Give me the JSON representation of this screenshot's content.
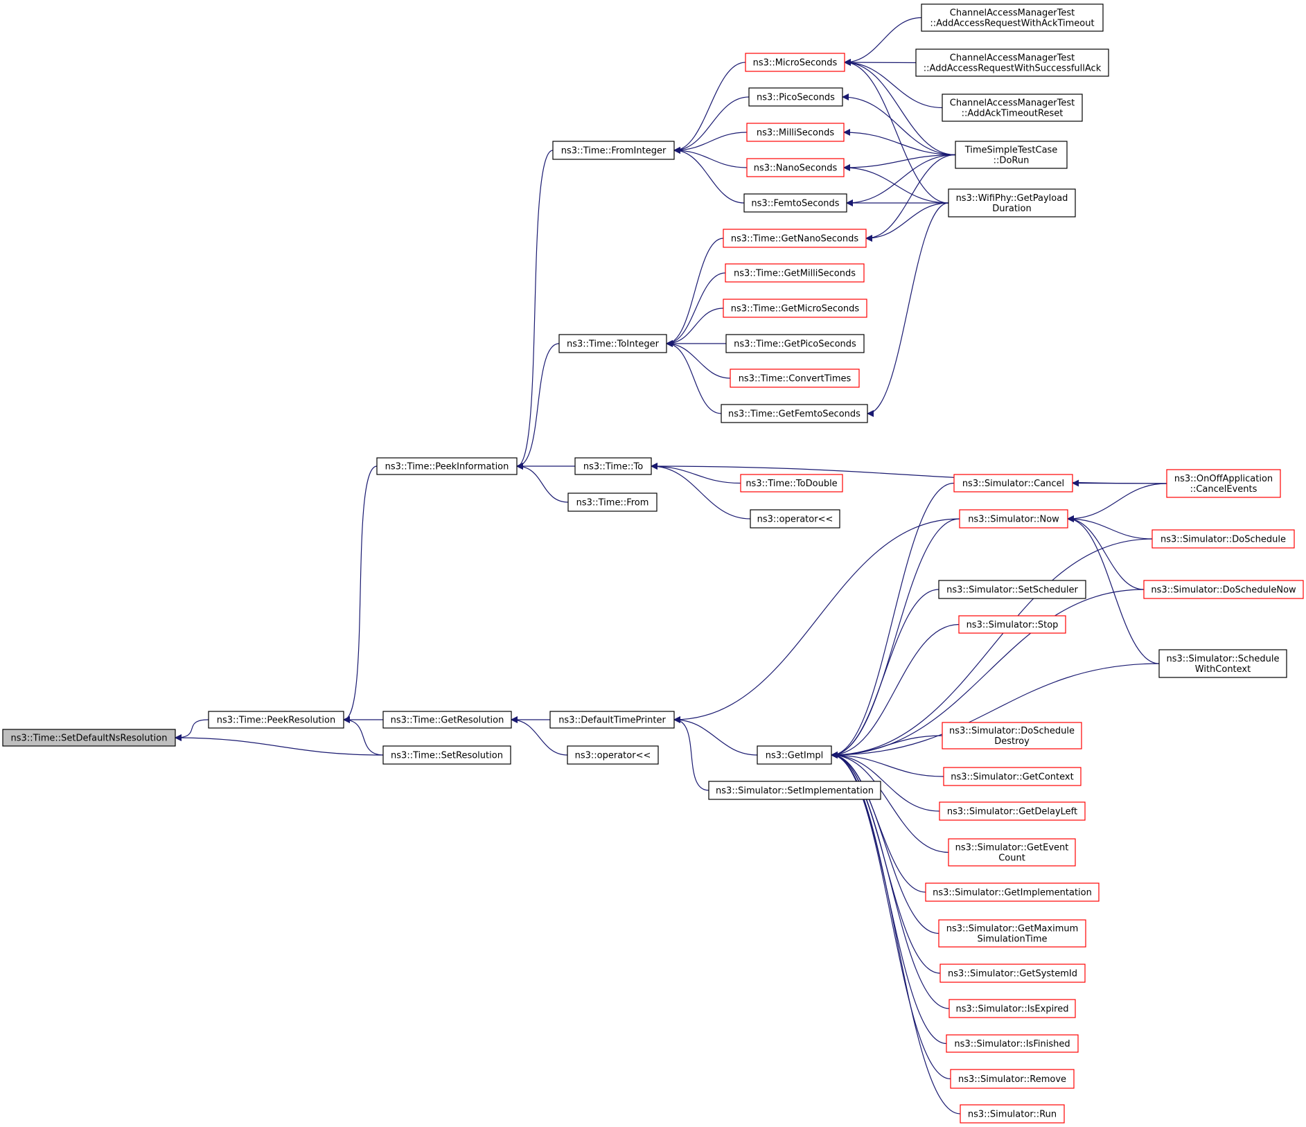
{
  "colors": {
    "edge": "#191970",
    "border_normal": "#000000",
    "border_truncated": "#ff0000",
    "root_fill": "#bfbfbf",
    "node_fill": "#ffffff"
  },
  "nodes": [
    {
      "id": "setdefault",
      "lines": [
        "ns3::Time::SetDefaultNsResolution"
      ],
      "style": "root"
    },
    {
      "id": "peekres",
      "lines": [
        "ns3::Time::PeekResolution"
      ],
      "style": "normal"
    },
    {
      "id": "getres",
      "lines": [
        "ns3::Time::GetResolution"
      ],
      "style": "normal"
    },
    {
      "id": "setres",
      "lines": [
        "ns3::Time::SetResolution"
      ],
      "style": "normal"
    },
    {
      "id": "peekinfo",
      "lines": [
        "ns3::Time::PeekInformation"
      ],
      "style": "normal"
    },
    {
      "id": "deftp",
      "lines": [
        "ns3::DefaultTimePrinter"
      ],
      "style": "normal"
    },
    {
      "id": "oplt1",
      "lines": [
        "ns3::operator<<"
      ],
      "style": "normal"
    },
    {
      "id": "getimpl",
      "lines": [
        "ns3::GetImpl"
      ],
      "style": "normal"
    },
    {
      "id": "setimplementation",
      "lines": [
        "ns3::Simulator::SetImplementation"
      ],
      "style": "normal"
    },
    {
      "id": "fromint",
      "lines": [
        "ns3::Time::FromInteger"
      ],
      "style": "normal"
    },
    {
      "id": "toint",
      "lines": [
        "ns3::Time::ToInteger"
      ],
      "style": "normal"
    },
    {
      "id": "to",
      "lines": [
        "ns3::Time::To"
      ],
      "style": "normal"
    },
    {
      "id": "from",
      "lines": [
        "ns3::Time::From"
      ],
      "style": "normal"
    },
    {
      "id": "micros",
      "lines": [
        "ns3::MicroSeconds"
      ],
      "style": "truncated"
    },
    {
      "id": "picos",
      "lines": [
        "ns3::PicoSeconds"
      ],
      "style": "normal"
    },
    {
      "id": "millis",
      "lines": [
        "ns3::MilliSeconds"
      ],
      "style": "truncated"
    },
    {
      "id": "nanos",
      "lines": [
        "ns3::NanoSeconds"
      ],
      "style": "truncated"
    },
    {
      "id": "femtos",
      "lines": [
        "ns3::FemtoSeconds"
      ],
      "style": "normal"
    },
    {
      "id": "getnanos",
      "lines": [
        "ns3::Time::GetNanoSeconds"
      ],
      "style": "truncated"
    },
    {
      "id": "getmillis",
      "lines": [
        "ns3::Time::GetMilliSeconds"
      ],
      "style": "truncated"
    },
    {
      "id": "getmicros",
      "lines": [
        "ns3::Time::GetMicroSeconds"
      ],
      "style": "truncated"
    },
    {
      "id": "getpicos",
      "lines": [
        "ns3::Time::GetPicoSeconds"
      ],
      "style": "normal"
    },
    {
      "id": "convtimes",
      "lines": [
        "ns3::Time::ConvertTimes"
      ],
      "style": "truncated"
    },
    {
      "id": "getfemtos",
      "lines": [
        "ns3::Time::GetFemtoSeconds"
      ],
      "style": "normal"
    },
    {
      "id": "todouble",
      "lines": [
        "ns3::Time::ToDouble"
      ],
      "style": "truncated"
    },
    {
      "id": "oplt2",
      "lines": [
        "ns3::operator<<"
      ],
      "style": "normal"
    },
    {
      "id": "camt1",
      "lines": [
        "ChannelAccessManagerTest",
        "::AddAccessRequestWithAckTimeout"
      ],
      "style": "normal"
    },
    {
      "id": "camt2",
      "lines": [
        "ChannelAccessManagerTest",
        "::AddAccessRequestWithSuccessfullAck"
      ],
      "style": "normal"
    },
    {
      "id": "camt3",
      "lines": [
        "ChannelAccessManagerTest",
        "::AddAckTimeoutReset"
      ],
      "style": "normal"
    },
    {
      "id": "tstc",
      "lines": [
        "TimeSimpleTestCase",
        "::DoRun"
      ],
      "style": "normal"
    },
    {
      "id": "wifiphy",
      "lines": [
        "ns3::WifiPhy::GetPayload",
        "Duration"
      ],
      "style": "normal"
    },
    {
      "id": "onoff",
      "lines": [
        "ns3::OnOffApplication",
        "::CancelEvents"
      ],
      "style": "truncated"
    },
    {
      "id": "cancel",
      "lines": [
        "ns3::Simulator::Cancel"
      ],
      "style": "truncated"
    },
    {
      "id": "now",
      "lines": [
        "ns3::Simulator::Now"
      ],
      "style": "truncated"
    },
    {
      "id": "doschedule",
      "lines": [
        "ns3::Simulator::DoSchedule"
      ],
      "style": "truncated"
    },
    {
      "id": "setscheduler",
      "lines": [
        "ns3::Simulator::SetScheduler"
      ],
      "style": "normal"
    },
    {
      "id": "stop",
      "lines": [
        "ns3::Simulator::Stop"
      ],
      "style": "truncated"
    },
    {
      "id": "doschedulenow",
      "lines": [
        "ns3::Simulator::DoScheduleNow"
      ],
      "style": "truncated"
    },
    {
      "id": "schedctx",
      "lines": [
        "ns3::Simulator::Schedule",
        "WithContext"
      ],
      "style": "normal"
    },
    {
      "id": "doscheddestroy",
      "lines": [
        "ns3::Simulator::DoSchedule",
        "Destroy"
      ],
      "style": "truncated"
    },
    {
      "id": "getcontext",
      "lines": [
        "ns3::Simulator::GetContext"
      ],
      "style": "truncated"
    },
    {
      "id": "getdelayleft",
      "lines": [
        "ns3::Simulator::GetDelayLeft"
      ],
      "style": "truncated"
    },
    {
      "id": "geteventcount",
      "lines": [
        "ns3::Simulator::GetEvent",
        "Count"
      ],
      "style": "truncated"
    },
    {
      "id": "getimplementation",
      "lines": [
        "ns3::Simulator::GetImplementation"
      ],
      "style": "truncated"
    },
    {
      "id": "getmaxsim",
      "lines": [
        "ns3::Simulator::GetMaximum",
        "SimulationTime"
      ],
      "style": "truncated"
    },
    {
      "id": "getsystemid",
      "lines": [
        "ns3::Simulator::GetSystemId"
      ],
      "style": "truncated"
    },
    {
      "id": "isexpired",
      "lines": [
        "ns3::Simulator::IsExpired"
      ],
      "style": "truncated"
    },
    {
      "id": "isfinished",
      "lines": [
        "ns3::Simulator::IsFinished"
      ],
      "style": "truncated"
    },
    {
      "id": "remove",
      "lines": [
        "ns3::Simulator::Remove"
      ],
      "style": "truncated"
    },
    {
      "id": "run",
      "lines": [
        "ns3::Simulator::Run"
      ],
      "style": "truncated"
    }
  ],
  "edges": [
    [
      "setdefault",
      "peekres"
    ],
    [
      "setdefault",
      "setres"
    ],
    [
      "peekres",
      "peekinfo"
    ],
    [
      "peekres",
      "getres"
    ],
    [
      "peekres",
      "setres"
    ],
    [
      "getres",
      "deftp"
    ],
    [
      "getres",
      "oplt1"
    ],
    [
      "peekinfo",
      "fromint"
    ],
    [
      "peekinfo",
      "toint"
    ],
    [
      "peekinfo",
      "to"
    ],
    [
      "peekinfo",
      "from"
    ],
    [
      "fromint",
      "micros"
    ],
    [
      "fromint",
      "picos"
    ],
    [
      "fromint",
      "millis"
    ],
    [
      "fromint",
      "nanos"
    ],
    [
      "fromint",
      "femtos"
    ],
    [
      "toint",
      "getnanos"
    ],
    [
      "toint",
      "getmillis"
    ],
    [
      "toint",
      "getmicros"
    ],
    [
      "toint",
      "getpicos"
    ],
    [
      "toint",
      "convtimes"
    ],
    [
      "toint",
      "getfemtos"
    ],
    [
      "to",
      "todouble"
    ],
    [
      "to",
      "oplt2"
    ],
    [
      "to",
      "onoff"
    ],
    [
      "micros",
      "camt1"
    ],
    [
      "micros",
      "camt2"
    ],
    [
      "micros",
      "camt3"
    ],
    [
      "micros",
      "tstc"
    ],
    [
      "micros",
      "wifiphy"
    ],
    [
      "picos",
      "tstc"
    ],
    [
      "millis",
      "tstc"
    ],
    [
      "nanos",
      "tstc"
    ],
    [
      "nanos",
      "wifiphy"
    ],
    [
      "femtos",
      "tstc"
    ],
    [
      "femtos",
      "wifiphy"
    ],
    [
      "getnanos",
      "tstc"
    ],
    [
      "getnanos",
      "wifiphy"
    ],
    [
      "getfemtos",
      "wifiphy"
    ],
    [
      "deftp",
      "now"
    ],
    [
      "deftp",
      "getimpl"
    ],
    [
      "deftp",
      "setimplementation"
    ],
    [
      "cancel",
      "onoff"
    ],
    [
      "now",
      "onoff"
    ],
    [
      "now",
      "doschedule"
    ],
    [
      "now",
      "doschedulenow"
    ],
    [
      "now",
      "schedctx"
    ],
    [
      "getimpl",
      "cancel"
    ],
    [
      "getimpl",
      "now"
    ],
    [
      "getimpl",
      "doschedule"
    ],
    [
      "getimpl",
      "setscheduler"
    ],
    [
      "getimpl",
      "stop"
    ],
    [
      "getimpl",
      "doschedulenow"
    ],
    [
      "getimpl",
      "schedctx"
    ],
    [
      "getimpl",
      "doscheddestroy"
    ],
    [
      "getimpl",
      "getcontext"
    ],
    [
      "getimpl",
      "getdelayleft"
    ],
    [
      "getimpl",
      "geteventcount"
    ],
    [
      "getimpl",
      "getimplementation"
    ],
    [
      "getimpl",
      "getmaxsim"
    ],
    [
      "getimpl",
      "getsystemid"
    ],
    [
      "getimpl",
      "isexpired"
    ],
    [
      "getimpl",
      "isfinished"
    ],
    [
      "getimpl",
      "remove"
    ],
    [
      "getimpl",
      "run"
    ]
  ]
}
